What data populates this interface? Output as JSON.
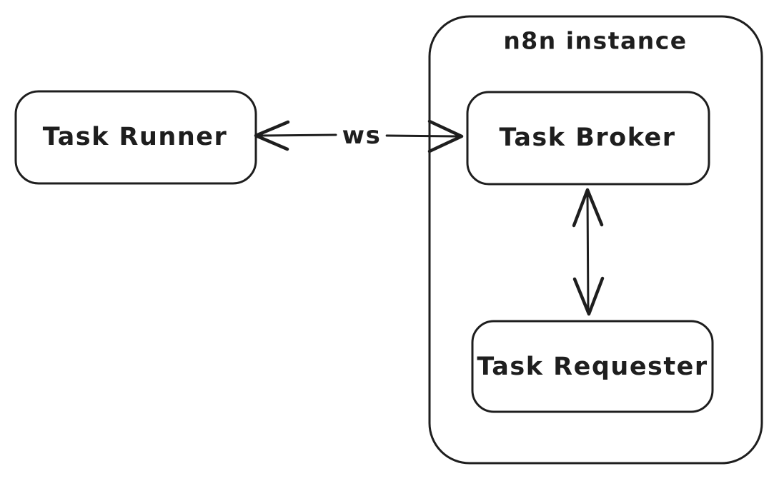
{
  "diagram": {
    "colors": {
      "stroke": "#1e1e1e",
      "background": "#ffffff"
    },
    "nodes": {
      "task_runner": {
        "label": "Task Runner"
      },
      "n8n_instance": {
        "label": "n8n instance"
      },
      "task_broker": {
        "label": "Task Broker"
      },
      "task_requester": {
        "label": "Task Requester"
      }
    },
    "edges": {
      "runner_broker": {
        "label": "ws",
        "from": "Task Runner",
        "to": "Task Broker",
        "direction": "bidirectional"
      },
      "broker_requester": {
        "label": "",
        "from": "Task Broker",
        "to": "Task Requester",
        "direction": "bidirectional"
      }
    }
  }
}
